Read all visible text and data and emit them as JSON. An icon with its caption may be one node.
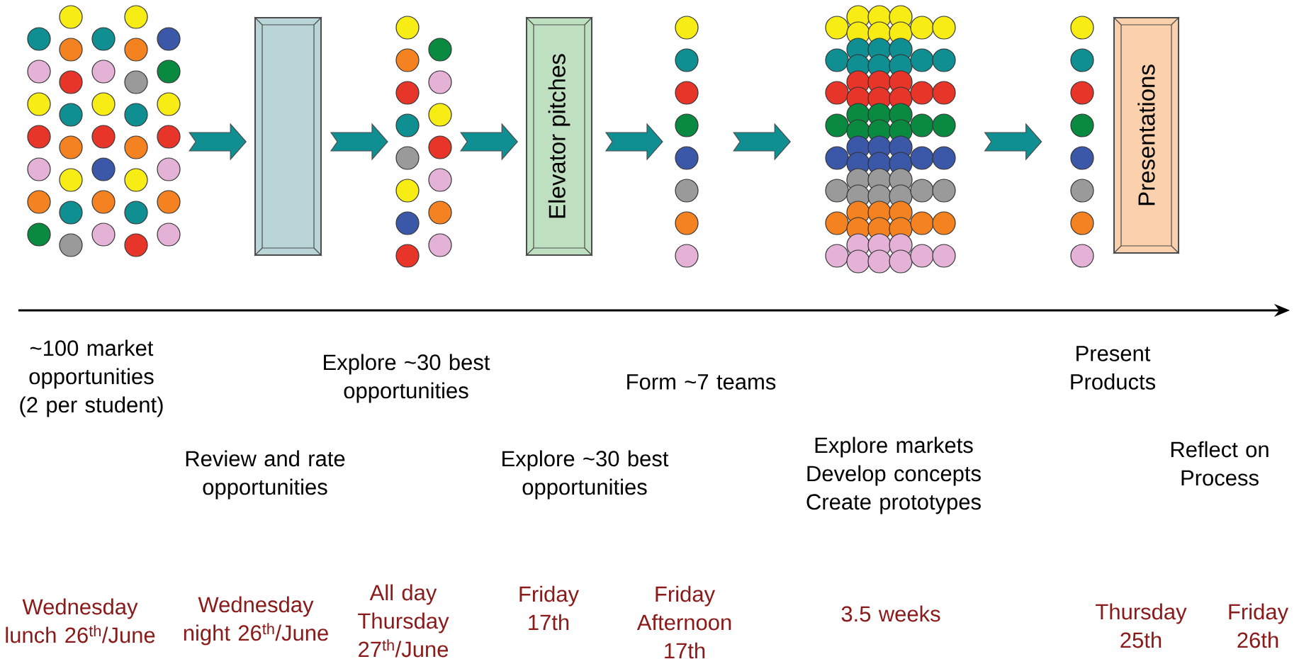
{
  "diagram": {
    "nodes": [
      {
        "text": [],
        "shape": "circle"
      },
      {
        "text": [],
        "shape": "box"
      },
      {
        "text": [],
        "shape": "circle"
      },
      {
        "text": [
          "Elevator pitches"
        ]
      },
      {
        "text": [],
        "shape": "circle"
      },
      {
        "text": [],
        "shape": "circle"
      },
      {
        "text": [],
        "shape": "circle"
      },
      {
        "text": [
          "Presentations"
        ]
      }
    ],
    "edges": [
      {
        "from": 0,
        "to": 1,
        "arrow": "to"
      },
      {
        "from": 1,
        "to": 2,
        "arrow": "to"
      },
      {
        "from": 2,
        "to": 3,
        "arrow": "to"
      },
      {
        "from": 3,
        "to": 4,
        "arrow": "to"
      },
      {
        "from": 4,
        "to": 5,
        "arrow": "to"
      },
      {
        "from": 5,
        "to": 6,
        "arrow": "to"
      }
    ],
    "labels": [
      "~100 market opportunities (2 per student)",
      "Explore ~30 best opportunities",
      "Form ~7 teams",
      "Present Products",
      "Review and rate opportunities",
      "Explore ~30 best opportunities",
      "Explore markets Develop concepts Create prototypes",
      "Reflect on Process",
      "Wednesday lunch 26$^{th}$/June",
      "Wednesday night 26$^{th}$/June",
      "All day Thursday 27$^{th}$/June",
      "Friday 17th",
      "Friday Afternoon 17th",
      "3.5 weeks",
      "Thursday 25th",
      "Friday 26th"
    ]
  }
}
